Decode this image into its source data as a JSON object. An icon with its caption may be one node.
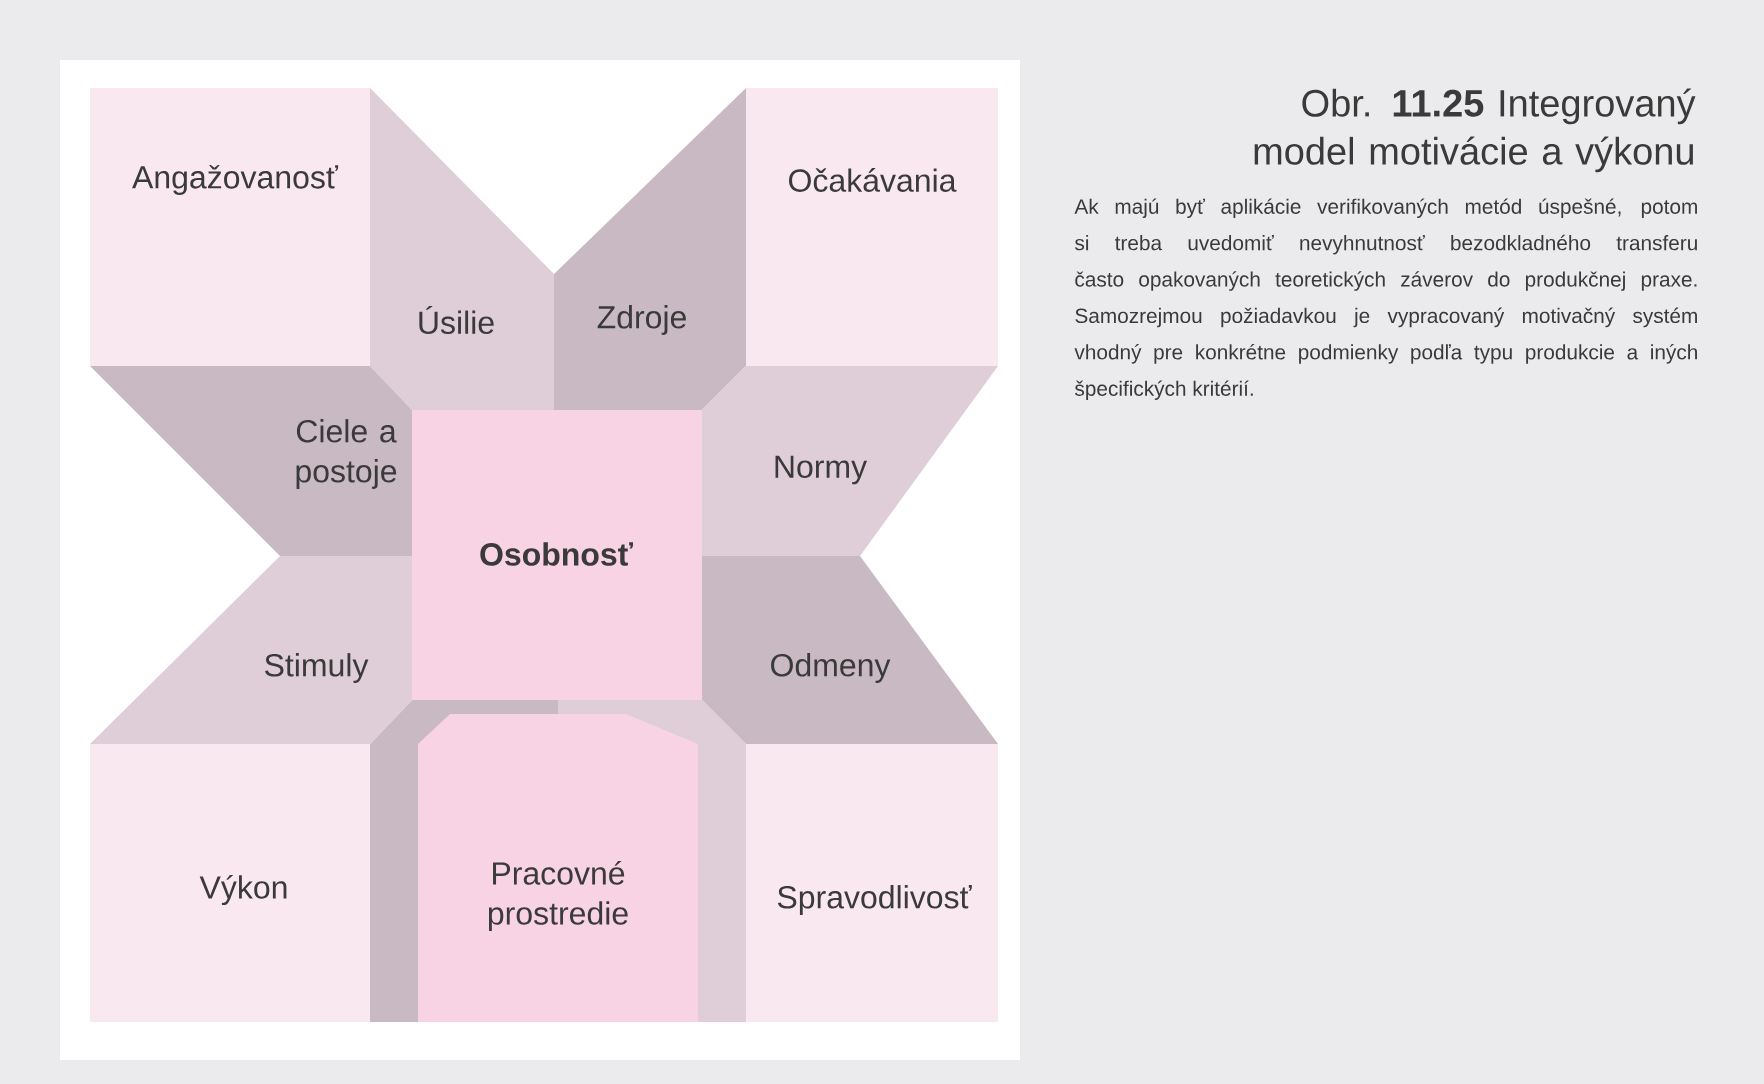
{
  "diagram": {
    "title": "Obr. **11.25** Integrovaný model motivácie a výkonu",
    "caption": "Ak majú byť aplikácie verifikovaných metód úspešné, potom si treba uvedomiť nevyhnutnosť bezodkladného transferu často opakovaných teoretických záverov do produkčnej praxe. Samozrejmou požiadavkou je vypracovaný motivačný systém vhodný pre konkrétne podmienky podľa typu produkcie a iných špecifických kritérií.",
    "nodes": [
      {
        "text": [
          "Angažovanosť"
        ]
      },
      {
        "text": [
          "Očakávania"
        ]
      },
      {
        "text": [
          "Úsilie"
        ]
      },
      {
        "text": [
          "Zdroje"
        ]
      },
      {
        "text": [
          "Ciele a postoje"
        ]
      },
      {
        "text": [
          "Osobnosť"
        ]
      },
      {
        "text": [
          "Normy"
        ]
      },
      {
        "text": [
          "Stimuly"
        ]
      },
      {
        "text": [
          "Odmeny"
        ]
      },
      {
        "text": [
          "Výkon"
        ]
      },
      {
        "text": [
          "Pracovné prostredie"
        ]
      },
      {
        "text": [
          "Spravodlivosť"
        ]
      }
    ]
  }
}
